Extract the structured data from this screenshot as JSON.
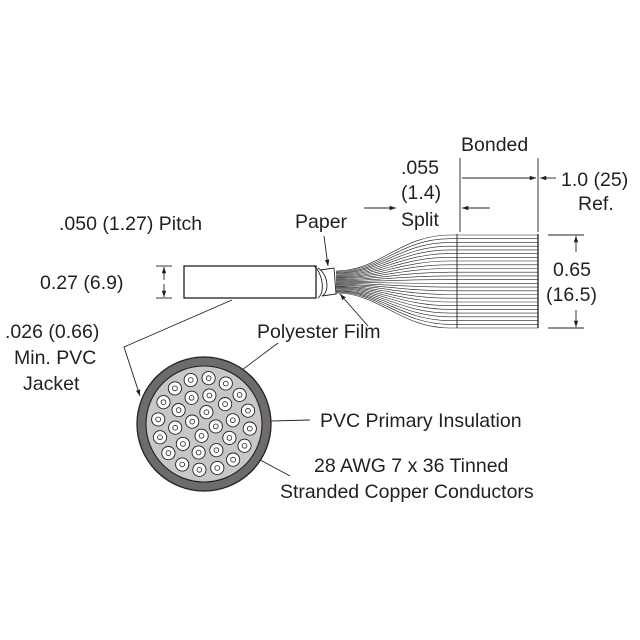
{
  "labels": {
    "bonded": "Bonded",
    "split_dim_in": ".055",
    "split_dim_mm": "(1.4)",
    "split": "Split",
    "ref_dim": "1.0 (25)",
    "ref": "Ref.",
    "pitch": ".050 (1.27) Pitch",
    "paper": "Paper",
    "height_dim": "0.27 (6.9)",
    "width_in": "0.65",
    "width_mm": "(16.5)",
    "jacket_dim": ".026 (0.66)",
    "jacket_min": "Min. PVC",
    "jacket": "Jacket",
    "polyester": "Polyester Film",
    "primary_insulation": "PVC Primary Insulation",
    "conductor_line1": "28 AWG 7 x 36 Tinned",
    "conductor_line2": "Stranded Copper Conductors"
  },
  "colors": {
    "ink": "#231f20",
    "jacket_fill": "#6d6b6c",
    "inner_fill": "#c8c6c7"
  }
}
